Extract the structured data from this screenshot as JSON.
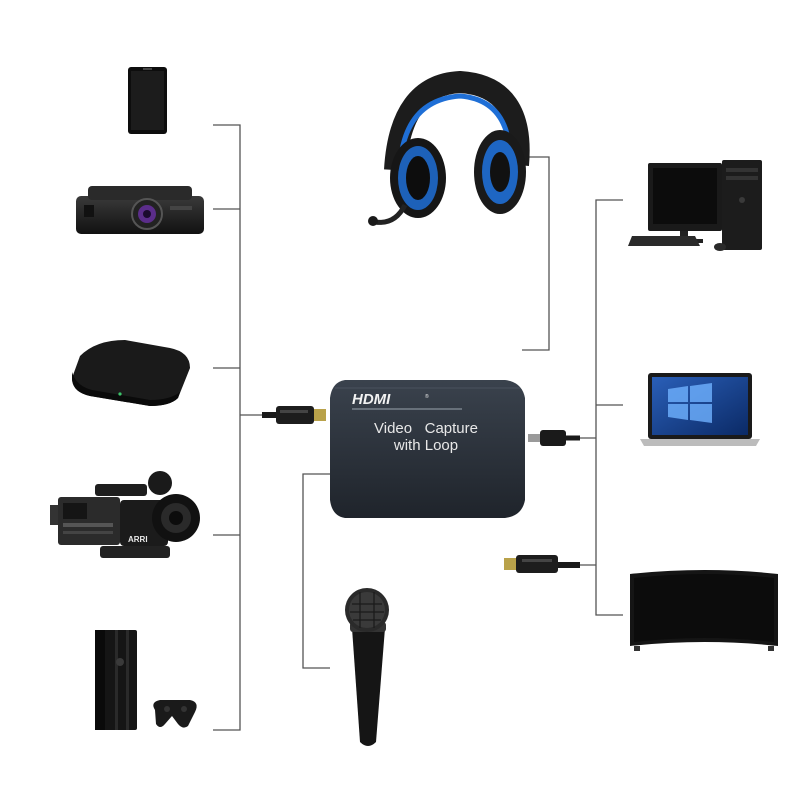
{
  "capture_box": {
    "logo": "HDMI",
    "title_line1": "Video   Capture",
    "title_line2": "with Loop"
  },
  "sources": [
    "phone",
    "projector",
    "tv-box",
    "video-camera",
    "game-console"
  ],
  "outputs": [
    "desktop-pc",
    "laptop",
    "curved-tv"
  ],
  "audio": [
    "headset",
    "microphone"
  ],
  "colors": {
    "box": "#2b313a",
    "line": "#555555",
    "headset_accent": "#1f6fd6"
  }
}
